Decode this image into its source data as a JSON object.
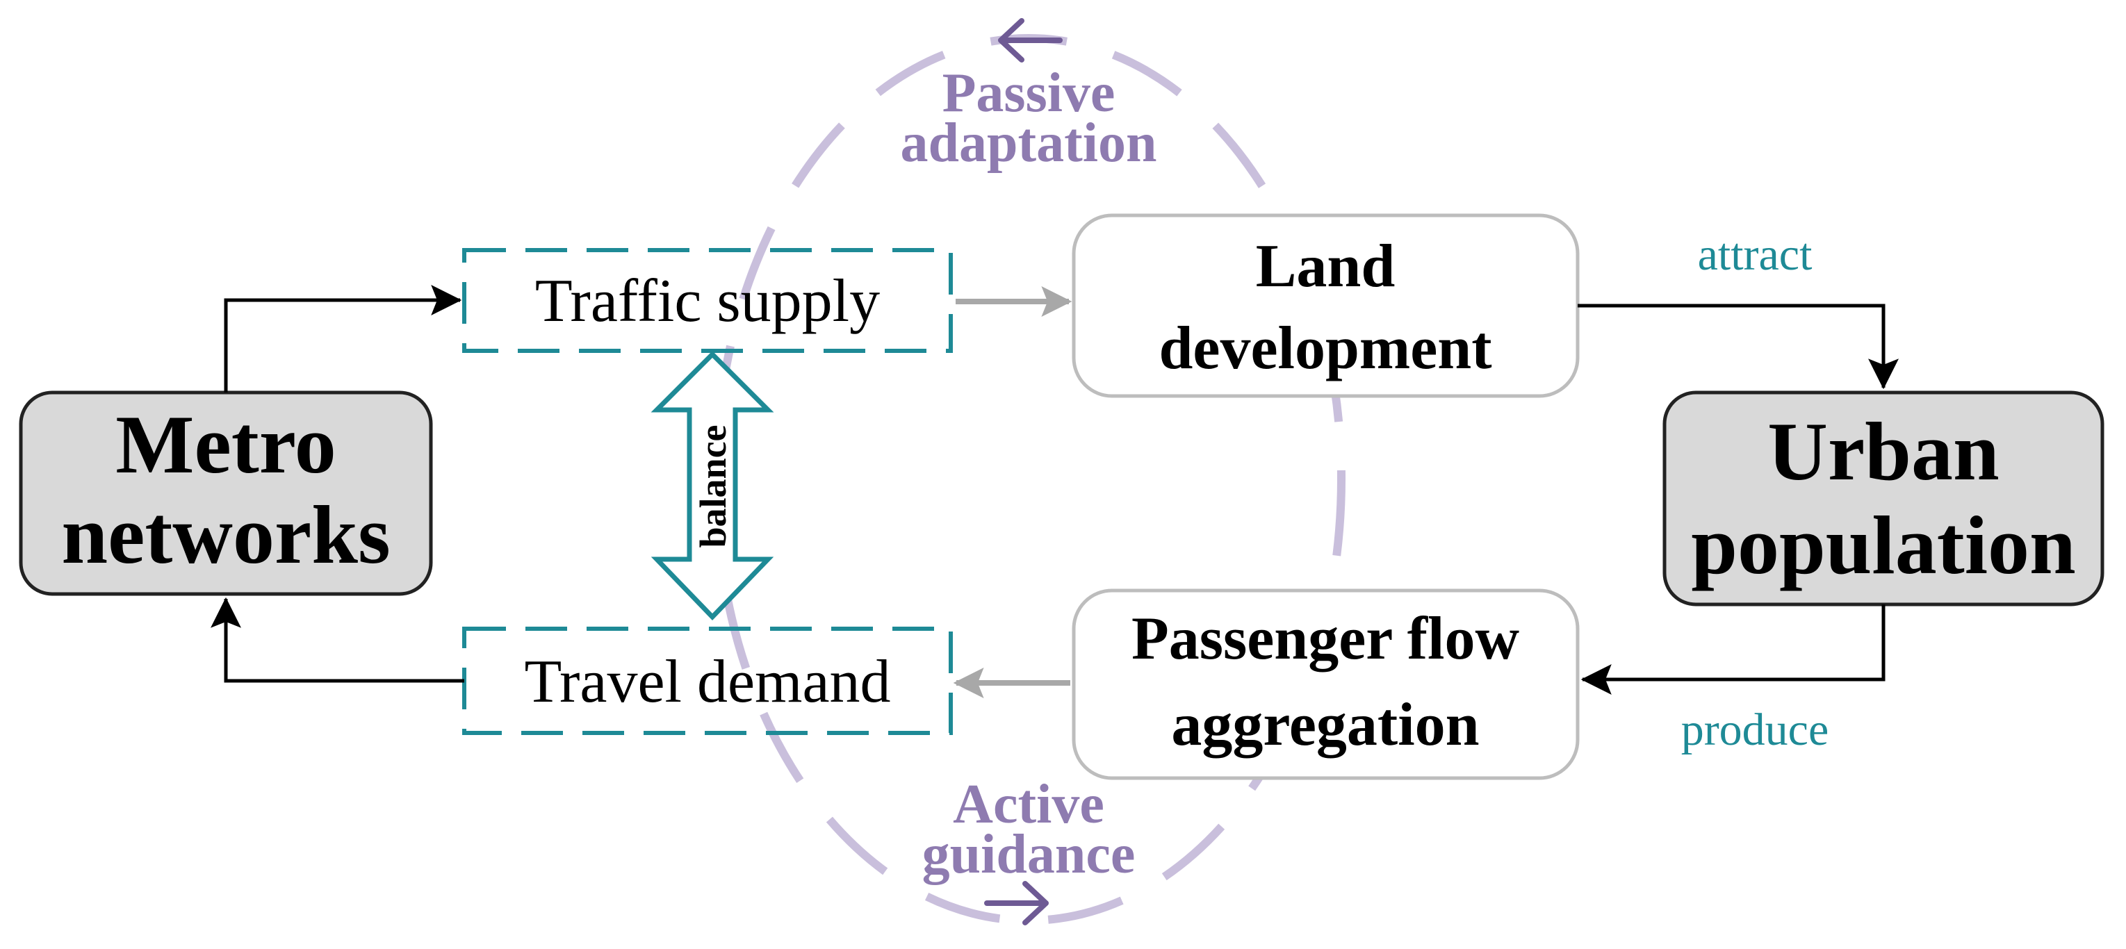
{
  "colors": {
    "teal": "#1e8a96",
    "purple": "#8e7bb0",
    "purple_light": "#c9bfdc",
    "purple_arrow": "#6e5a94",
    "gray_arrow": "#a8a8a8",
    "node_fill_dark": "#d9d9d9",
    "node_stroke_dark": "#222222",
    "node_stroke_light": "#bdbdbd",
    "black": "#000000"
  },
  "nodes": {
    "metro": {
      "line1": "Metro",
      "line2": "networks"
    },
    "urban": {
      "line1": "Urban",
      "line2": "population"
    },
    "land": {
      "line1": "Land",
      "line2": "development"
    },
    "passenger": {
      "line1": "Passenger flow",
      "line2": "aggregation"
    },
    "traffic_supply": {
      "label": "Traffic supply"
    },
    "travel_demand": {
      "label": "Travel demand"
    }
  },
  "edge_labels": {
    "attract": "attract",
    "produce": "produce",
    "balance": "balance"
  },
  "cycle_labels": {
    "passive_line1": "Passive",
    "passive_line2": "adaptation",
    "active_line1": "Active",
    "active_line2": "guidance"
  }
}
